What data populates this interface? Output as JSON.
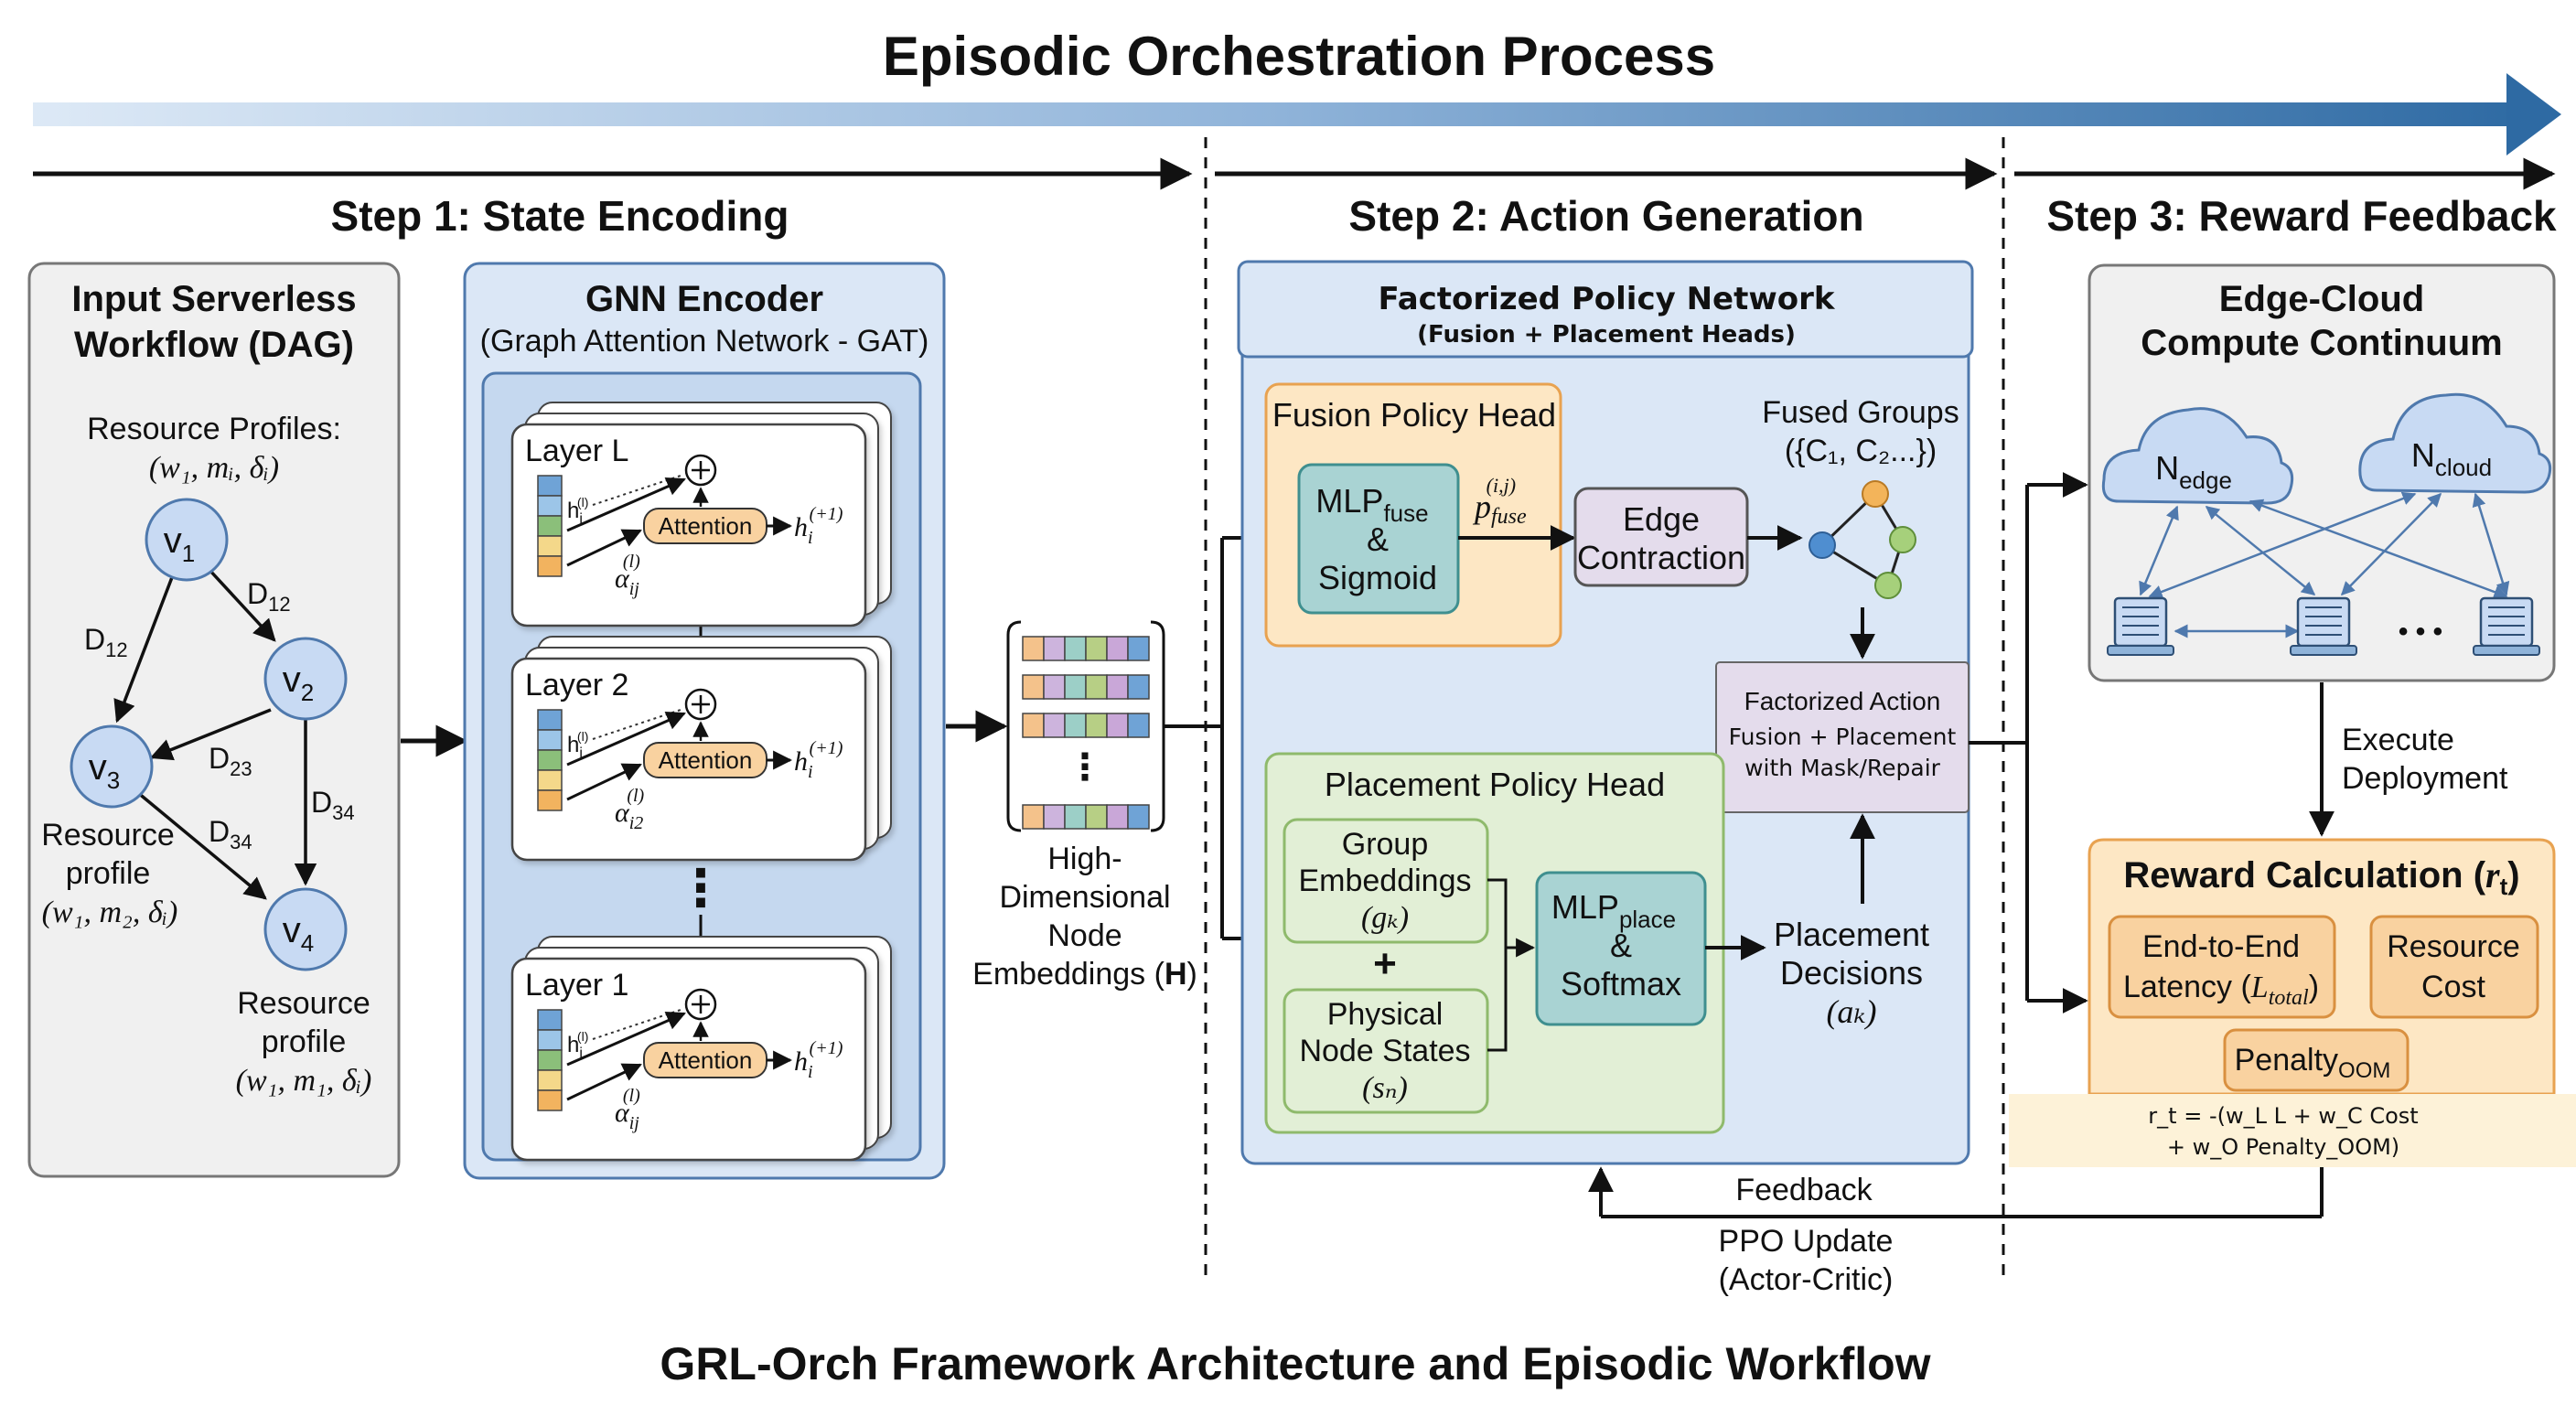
{
  "title": "Episodic Orchestration Process",
  "subtitle": "GRL-Orch Framework Architecture and Episodic Workflow",
  "colors": {
    "accent_arrow": "#2e6aa3",
    "panel_gray": "#f0f0f0",
    "panel_blue": "#dbe7f6",
    "panel_blue_dark": "#c5d8ef",
    "orange_fill": "#fde7c4",
    "orange_stroke": "#e8a250",
    "green_fill": "#e2efd6",
    "green_stroke": "#8fba6c",
    "teal_fill": "#a9d3d3",
    "teal_stroke": "#3f8f8f",
    "lavender_fill": "#e4dcec",
    "node_blue": "#c8daf3"
  },
  "steps": {
    "step1": "Step 1: State Encoding",
    "step2": "Step 2: Action Generation",
    "step3": "Step 3: Reward Feedback"
  },
  "dag": {
    "title_line1": "Input Serverless",
    "title_line2": "Workflow (DAG)",
    "resource_label": "Resource Profiles:",
    "resource_formula": "(w₁, mᵢ, δᵢ)",
    "nodes": {
      "v1": {
        "base": "v",
        "sub": "1"
      },
      "v2": {
        "base": "v",
        "sub": "2"
      },
      "v3": {
        "base": "v",
        "sub": "3"
      },
      "v4": {
        "base": "v",
        "sub": "4"
      }
    },
    "edges": {
      "d12a": {
        "base": "D",
        "sub": "12"
      },
      "d12b": {
        "base": "D",
        "sub": "12"
      },
      "d23": {
        "base": "D",
        "sub": "23"
      },
      "d34a": {
        "base": "D",
        "sub": "34"
      },
      "d34b": {
        "base": "D",
        "sub": "34"
      }
    },
    "profile_v3": {
      "line1": "Resource",
      "line2": "profile",
      "formula": "(w₁, m₂, δᵢ)"
    },
    "profile_v4": {
      "line1": "Resource",
      "line2": "profile",
      "formula": "(w₁, m₁, δᵢ)"
    }
  },
  "gnn": {
    "title": "GNN Encoder",
    "subtitle": "(Graph Attention Network - GAT)",
    "layers": [
      {
        "name": "Layer L",
        "alpha": "α",
        "alpha_sub": "ij",
        "alpha_sup": "(l)"
      },
      {
        "name": "Layer 2",
        "alpha": "α",
        "alpha_sub": "i2",
        "alpha_sup": "(l)"
      },
      {
        "name": "Layer 1",
        "alpha": "α",
        "alpha_sub": "ij",
        "alpha_sup": "(l)"
      }
    ],
    "attention_label": "Attention",
    "h_input": "h",
    "h_input_sub": "i",
    "h_input_sup": "(l)",
    "h_output": "h",
    "h_output_sub": "i",
    "h_output_sup": "(+1)",
    "plus": "⊕",
    "dots": "⋮"
  },
  "embeddings": {
    "line1": "High-",
    "line2": "Dimensional",
    "line3": "Node",
    "line4": "Embeddings (",
    "bold": "H",
    "close": ")",
    "dots": "⋮",
    "cell_colors": [
      "#f4c28b",
      "#cdb4dd",
      "#9ccfc7",
      "#b7cf85",
      "#c9a7d8",
      "#6fa3d6"
    ]
  },
  "policy": {
    "title": "Factorized Policy Network",
    "subtitle": "(Fusion + Placement Heads)",
    "fusion_head": "Fusion Policy Head",
    "mlp_fuse_base": "MLP",
    "mlp_fuse_sub": "fuse",
    "mlp_fuse_line2": "&",
    "mlp_fuse_line3": "Sigmoid",
    "p_fuse": "p",
    "p_fuse_sub": "fuse",
    "p_fuse_sup": "(i,j)",
    "edge_line1": "Edge",
    "edge_line2": "Contraction",
    "fused_line1": "Fused Groups",
    "fused_line2": "({C₁, C₂...})",
    "factorized_line1": "Factorized Action",
    "factorized_line2": "Fusion + Placement",
    "factorized_line3": "with Mask/Repair",
    "placement_head": "Placement Policy Head",
    "group_line1": "Group",
    "group_line2": "Embeddings",
    "group_line3": "(gₖ)",
    "plus": "+",
    "physical_line1": "Physical",
    "physical_line2": "Node States",
    "physical_line3": "(sₙ)",
    "mlp_place_base": "MLP",
    "mlp_place_sub": "place",
    "mlp_place_line2": "&",
    "mlp_place_line3": "Softmax",
    "placement_line1": "Placement",
    "placement_line2": "Decisions",
    "placement_line3": "(aₖ)"
  },
  "edge_cloud": {
    "title_line1": "Edge-Cloud",
    "title_line2": "Compute Continuum",
    "n_edge_base": "N",
    "n_edge_sub": "edge",
    "n_cloud_base": "N",
    "n_cloud_sub": "cloud",
    "dots": "• • •"
  },
  "execute": {
    "line1": "Execute",
    "line2": "Deployment"
  },
  "reward": {
    "title": "Reward Calculation (",
    "title_var": "r",
    "title_sub": "t",
    "title_close": ")",
    "latency_line1": "End-to-End",
    "latency_line2": "Latency (",
    "latency_var": "L",
    "latency_sub": "total",
    "latency_close": ")",
    "cost_line1": "Resource",
    "cost_line2": "Cost",
    "penalty_base": "Penalty",
    "penalty_sub": "OOM",
    "formula_line1": "r_t = -(w_L L + w_C Cost",
    "formula_line2": "+ w_O Penalty_OOM)"
  },
  "feedback": {
    "feedback_label": "Feedback",
    "ppo_line1": "PPO Update",
    "ppo_line2": "(Actor-Critic)"
  }
}
